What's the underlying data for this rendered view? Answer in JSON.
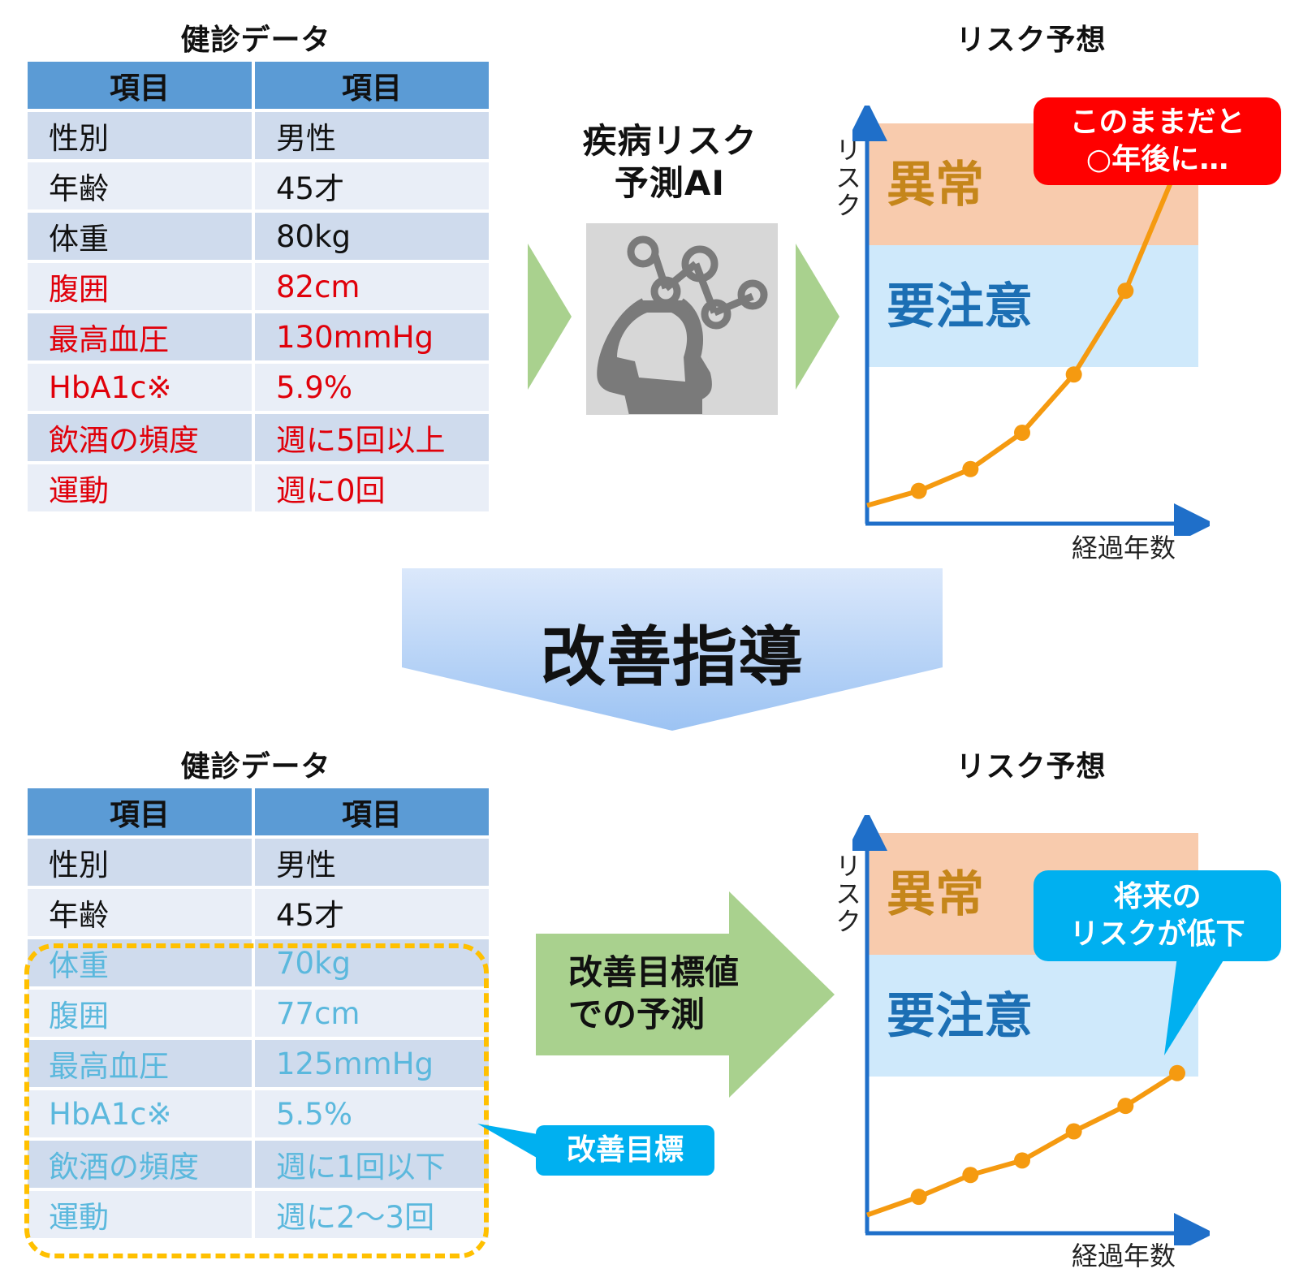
{
  "top": {
    "table_title": "健診データ",
    "header": [
      "項目",
      "項目"
    ],
    "rows": [
      [
        "性別",
        "男性"
      ],
      [
        "年齢",
        "45才"
      ],
      [
        "体重",
        "80kg"
      ],
      [
        "腹囲",
        "82cm"
      ],
      [
        "最高血圧",
        "130mmHg"
      ],
      [
        "HbA1c※",
        "5.9%"
      ],
      [
        "飲酒の頻度",
        "週に5回以上"
      ],
      [
        "運動",
        "週に0回"
      ]
    ],
    "ai_label_line1": "疾病リスク",
    "ai_label_line2": "予測AI",
    "chart_title": "リスク予想",
    "y_label": "リスク",
    "x_label": "経過年数",
    "zone_high": "異常",
    "zone_mid": "要注意",
    "bubble_line1": "このままだと",
    "bubble_line2": "○年後に…"
  },
  "middle": {
    "arrow_label": "改善指導"
  },
  "bottom": {
    "table_title": "健診データ",
    "header": [
      "項目",
      "項目"
    ],
    "rows": [
      [
        "性別",
        "男性"
      ],
      [
        "年齢",
        "45才"
      ],
      [
        "体重",
        "70kg"
      ],
      [
        "腹囲",
        "77cm"
      ],
      [
        "最高血圧",
        "125mmHg"
      ],
      [
        "HbA1c※",
        "5.5%"
      ],
      [
        "飲酒の頻度",
        "週に1回以下"
      ],
      [
        "運動",
        "週に2～3回"
      ]
    ],
    "target_tag": "改善目標",
    "arrow_label_line1": "改善目標値",
    "arrow_label_line2": "での予測",
    "chart_title": "リスク予想",
    "y_label": "リスク",
    "x_label": "経過年数",
    "zone_high": "異常",
    "zone_mid": "要注意",
    "bubble_line1": "将来の",
    "bubble_line2": "リスクが低下"
  },
  "colors": {
    "header_blue": "#5b9bd5",
    "warn_red": "#e0000a",
    "improved_cyan": "#5bb8dd",
    "zone_abnormal": "#f8cbad",
    "zone_caution": "#cfe9fb",
    "line_orange": "#f59a10",
    "axis_blue": "#1f6fc9",
    "arrow_green": "#a9d18e",
    "bubble_red": "#ff0000",
    "bubble_cyan": "#00b0f0",
    "dashed_orange": "#ffc000"
  },
  "chart_data": [
    {
      "type": "line",
      "title": "リスク予想",
      "xlabel": "経過年数",
      "ylabel": "リスク",
      "x": [
        0,
        1,
        2,
        3,
        4,
        5,
        6
      ],
      "values": [
        0.05,
        0.09,
        0.15,
        0.25,
        0.41,
        0.64,
        0.98
      ],
      "ylim": [
        0,
        1.1
      ],
      "bands": [
        {
          "name": "要注意",
          "from": 0.49,
          "to": 0.82
        },
        {
          "name": "異常",
          "from": 0.82,
          "to": 1.15
        }
      ]
    },
    {
      "type": "line",
      "title": "リスク予想",
      "xlabel": "経過年数",
      "ylabel": "リスク",
      "x": [
        0,
        1,
        2,
        3,
        4,
        5,
        6
      ],
      "values": [
        0.05,
        0.1,
        0.16,
        0.2,
        0.28,
        0.35,
        0.44
      ],
      "ylim": [
        0,
        1.1
      ],
      "bands": [
        {
          "name": "要注意",
          "from": 0.49,
          "to": 0.82
        },
        {
          "name": "異常",
          "from": 0.82,
          "to": 1.15
        }
      ]
    }
  ]
}
